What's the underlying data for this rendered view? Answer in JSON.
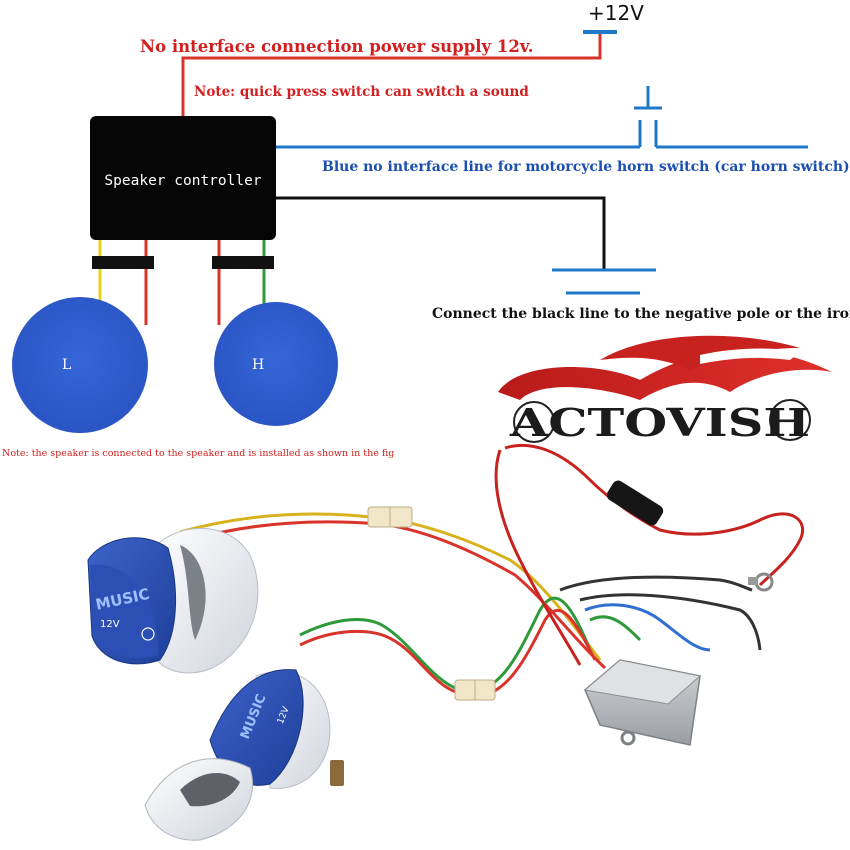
{
  "diagram": {
    "power_label": "+12V",
    "power_note": "No interface connection power supply 12v.",
    "switch_note": "Note: quick press switch can switch a sound",
    "controller_label": "Speaker controller",
    "blue_line_note": "Blue no interface line for motorcycle horn switch (car horn switch)",
    "ground_note": "Connect the black line to the negative pole or the iron.",
    "speaker_left_label": "L",
    "speaker_right_label": "H",
    "bottom_note": "Note: the speaker is connected to the speaker and is installed as shown in the fig"
  },
  "brand": {
    "logo_text": "ACTOVISH"
  },
  "product": {
    "horn_badge_text": "MUSIC",
    "horn_voltage_text": "12V"
  },
  "colors": {
    "power_wire": "#d9342b",
    "blue_wire": "#1f78c8",
    "black_wire": "#111111",
    "yellow_wire": "#e8d21a",
    "green_wire": "#2e9a3a",
    "speaker_fill": "#2f5fd0",
    "note_red": "#d21f1f",
    "note_blue": "#1a4fb0"
  }
}
